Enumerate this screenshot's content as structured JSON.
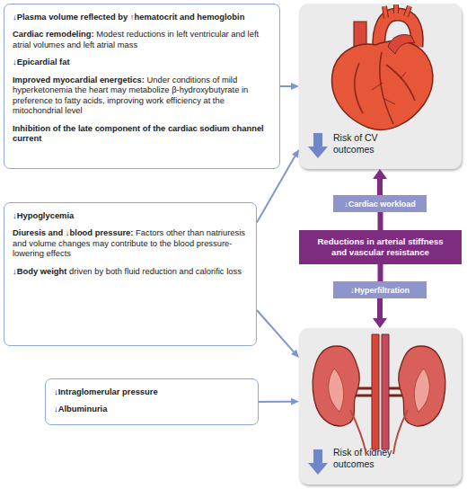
{
  "diagram": {
    "nodes": [
      {
        "text": [
          "↓Plasma volume reflected by ↑hematocrit and hemoglobin",
          "Cardiac remodeling:",
          "Modest reductions in left ventricular and left atrial volumes and left atrial mass",
          "↓Epicardial fat",
          "Improved myocardial energetics:",
          "Under conditions of mild hyperketonemia the heart may metabolize β-hydroxybutyrate in preference to fatty acids, improving work efficiency at the mitochondrial level",
          "Inhibition of the late component of the cardiac sodium channel current"
        ]
      },
      {
        "text": [
          "Risk of CV outcomes"
        ]
      },
      {
        "text": [
          "↓Hypoglycemia",
          "Diuresis and ↓blood pressure:",
          "Factors other than natriuresis and volume changes may contribute to the blood pressure-lowering effects",
          "↓Body weight",
          "driven by both fluid reduction and calorific loss"
        ]
      },
      {
        "text": [
          "↓Cardiac workload"
        ]
      },
      {
        "text": [
          "Reductions in arterial stiffness and vascular resistance"
        ]
      },
      {
        "text": [
          "↓Hyperfiltration"
        ]
      },
      {
        "text": [
          "Risk of kidney outcomes"
        ]
      },
      {
        "text": [
          "↓Intraglomerular pressure",
          "↓Albuminuria"
        ]
      }
    ],
    "edges": [
      {
        "from": 0,
        "to": 1,
        "arrow": "to"
      },
      {
        "from": 2,
        "to": 1,
        "arrow": "to"
      },
      {
        "from": 2,
        "to": 6,
        "arrow": "to"
      },
      {
        "from": 7,
        "to": 6,
        "arrow": "to"
      },
      {
        "from": 4,
        "to": 3,
        "arrow": "none"
      },
      {
        "from": 3,
        "to": 1,
        "arrow": "to"
      },
      {
        "from": 4,
        "to": 5,
        "arrow": "none"
      },
      {
        "from": 5,
        "to": 6,
        "arrow": "to"
      }
    ]
  }
}
